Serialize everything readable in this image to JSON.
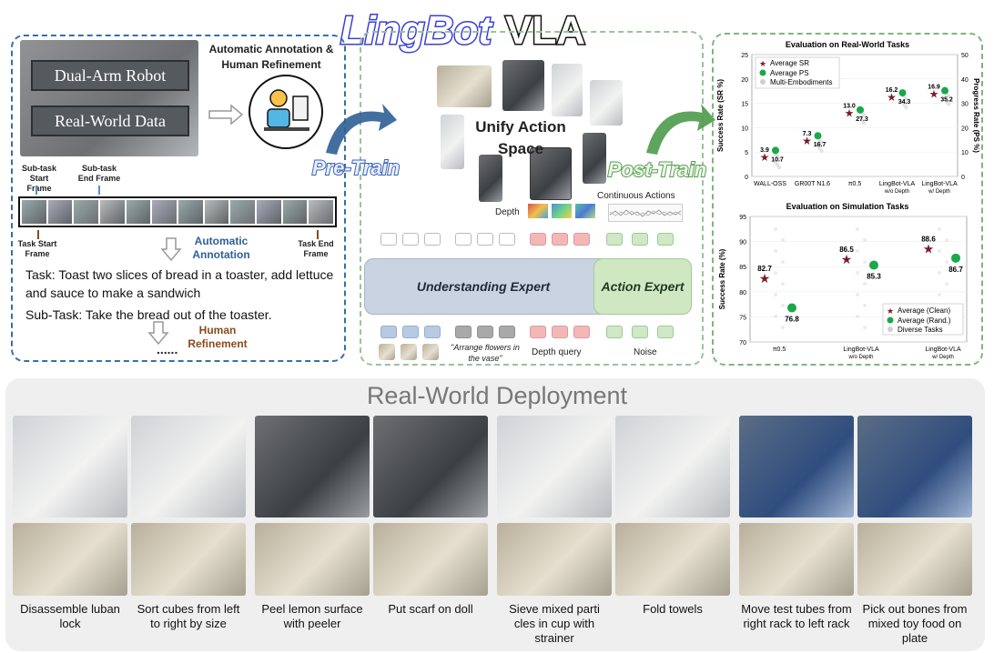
{
  "title": {
    "part1": "LingBot",
    "part2": "VLA"
  },
  "left": {
    "label_robot": "Dual-Arm Robot",
    "label_data": "Real-World Data",
    "auto_human": "Automatic Annotation & Human Refinement",
    "subtask_start": "Sub-task Start Frame",
    "subtask_end": "Sub-task End Frame",
    "task_start": "Task Start Frame",
    "task_end": "Task End Frame",
    "auto_annotation": "Automatic Annotation",
    "task": "Task: Toast two slices of bread in a toaster, add lettuce and sauce to make a sandwich",
    "subtask": "Sub-Task: Take the bread out of the toaster.",
    "human_refinement": "Human Refinement",
    "ellipsis": "......"
  },
  "middle": {
    "unify": "Unify Action Space",
    "pretrain": "Pre-Train",
    "posttrain": "Post-Train",
    "depth": "Depth",
    "continuous_actions": "Continuous Actions",
    "understanding_expert": "Understanding Expert",
    "action_expert": "Action Expert",
    "instruction": "\"Arrange flowers in the vase\"",
    "depth_query": "Depth query",
    "noise": "Noise"
  },
  "chart_data": [
    {
      "type": "scatter",
      "title": "Evaluation on Real-World Tasks",
      "ylabel_left": "Success Rate (SR %)",
      "ylabel_right": "Progress Rate (PS %)",
      "categories": [
        "WALL-OSS",
        "GR00T N1.6",
        "π0.5",
        "LingBot-VLA w/o Depth",
        "LingBot-VLA w/ Depth"
      ],
      "ylim_left": [
        0,
        25
      ],
      "ylim_right": [
        0,
        50
      ],
      "series": [
        {
          "name": "Average SR",
          "axis": "left",
          "values": [
            3.9,
            7.3,
            13.0,
            16.2,
            16.9
          ]
        },
        {
          "name": "Average PS",
          "axis": "right",
          "values": [
            10.7,
            16.7,
            27.3,
            34.3,
            35.2
          ]
        },
        {
          "name": "Multi-Embodiments",
          "axis": "left",
          "values": []
        }
      ],
      "legend": "top-left"
    },
    {
      "type": "scatter",
      "title": "Evaluation on Simulation Tasks",
      "ylabel": "Success Rate (%)",
      "categories": [
        "π0.5",
        "LingBot-VLA w/o Depth",
        "LingBot-VLA w/ Depth"
      ],
      "ylim": [
        70,
        95
      ],
      "series": [
        {
          "name": "Average (Clean)",
          "values": [
            82.7,
            86.5,
            88.6
          ]
        },
        {
          "name": "Average (Rand.)",
          "values": [
            76.8,
            85.3,
            86.7
          ]
        },
        {
          "name": "Diverse Tasks",
          "values": []
        }
      ],
      "legend": "bottom-right"
    }
  ],
  "bottom": {
    "title": "Real-World Deployment",
    "captions": [
      "Disassemble luban lock",
      "Sort cubes from left to right by size",
      "Peel lemon surface with peeler",
      "Put scarf on doll",
      "Sieve mixed parti cles in cup with strainer",
      "Fold towels",
      "Move test tubes from right rack to left rack",
      "Pick out bones from mixed toy food on plate"
    ]
  },
  "colors": {
    "sr": "#7a1c2a",
    "ps": "#1aa84a",
    "und": "#c9d3e1",
    "act": "#cfe8c2"
  }
}
